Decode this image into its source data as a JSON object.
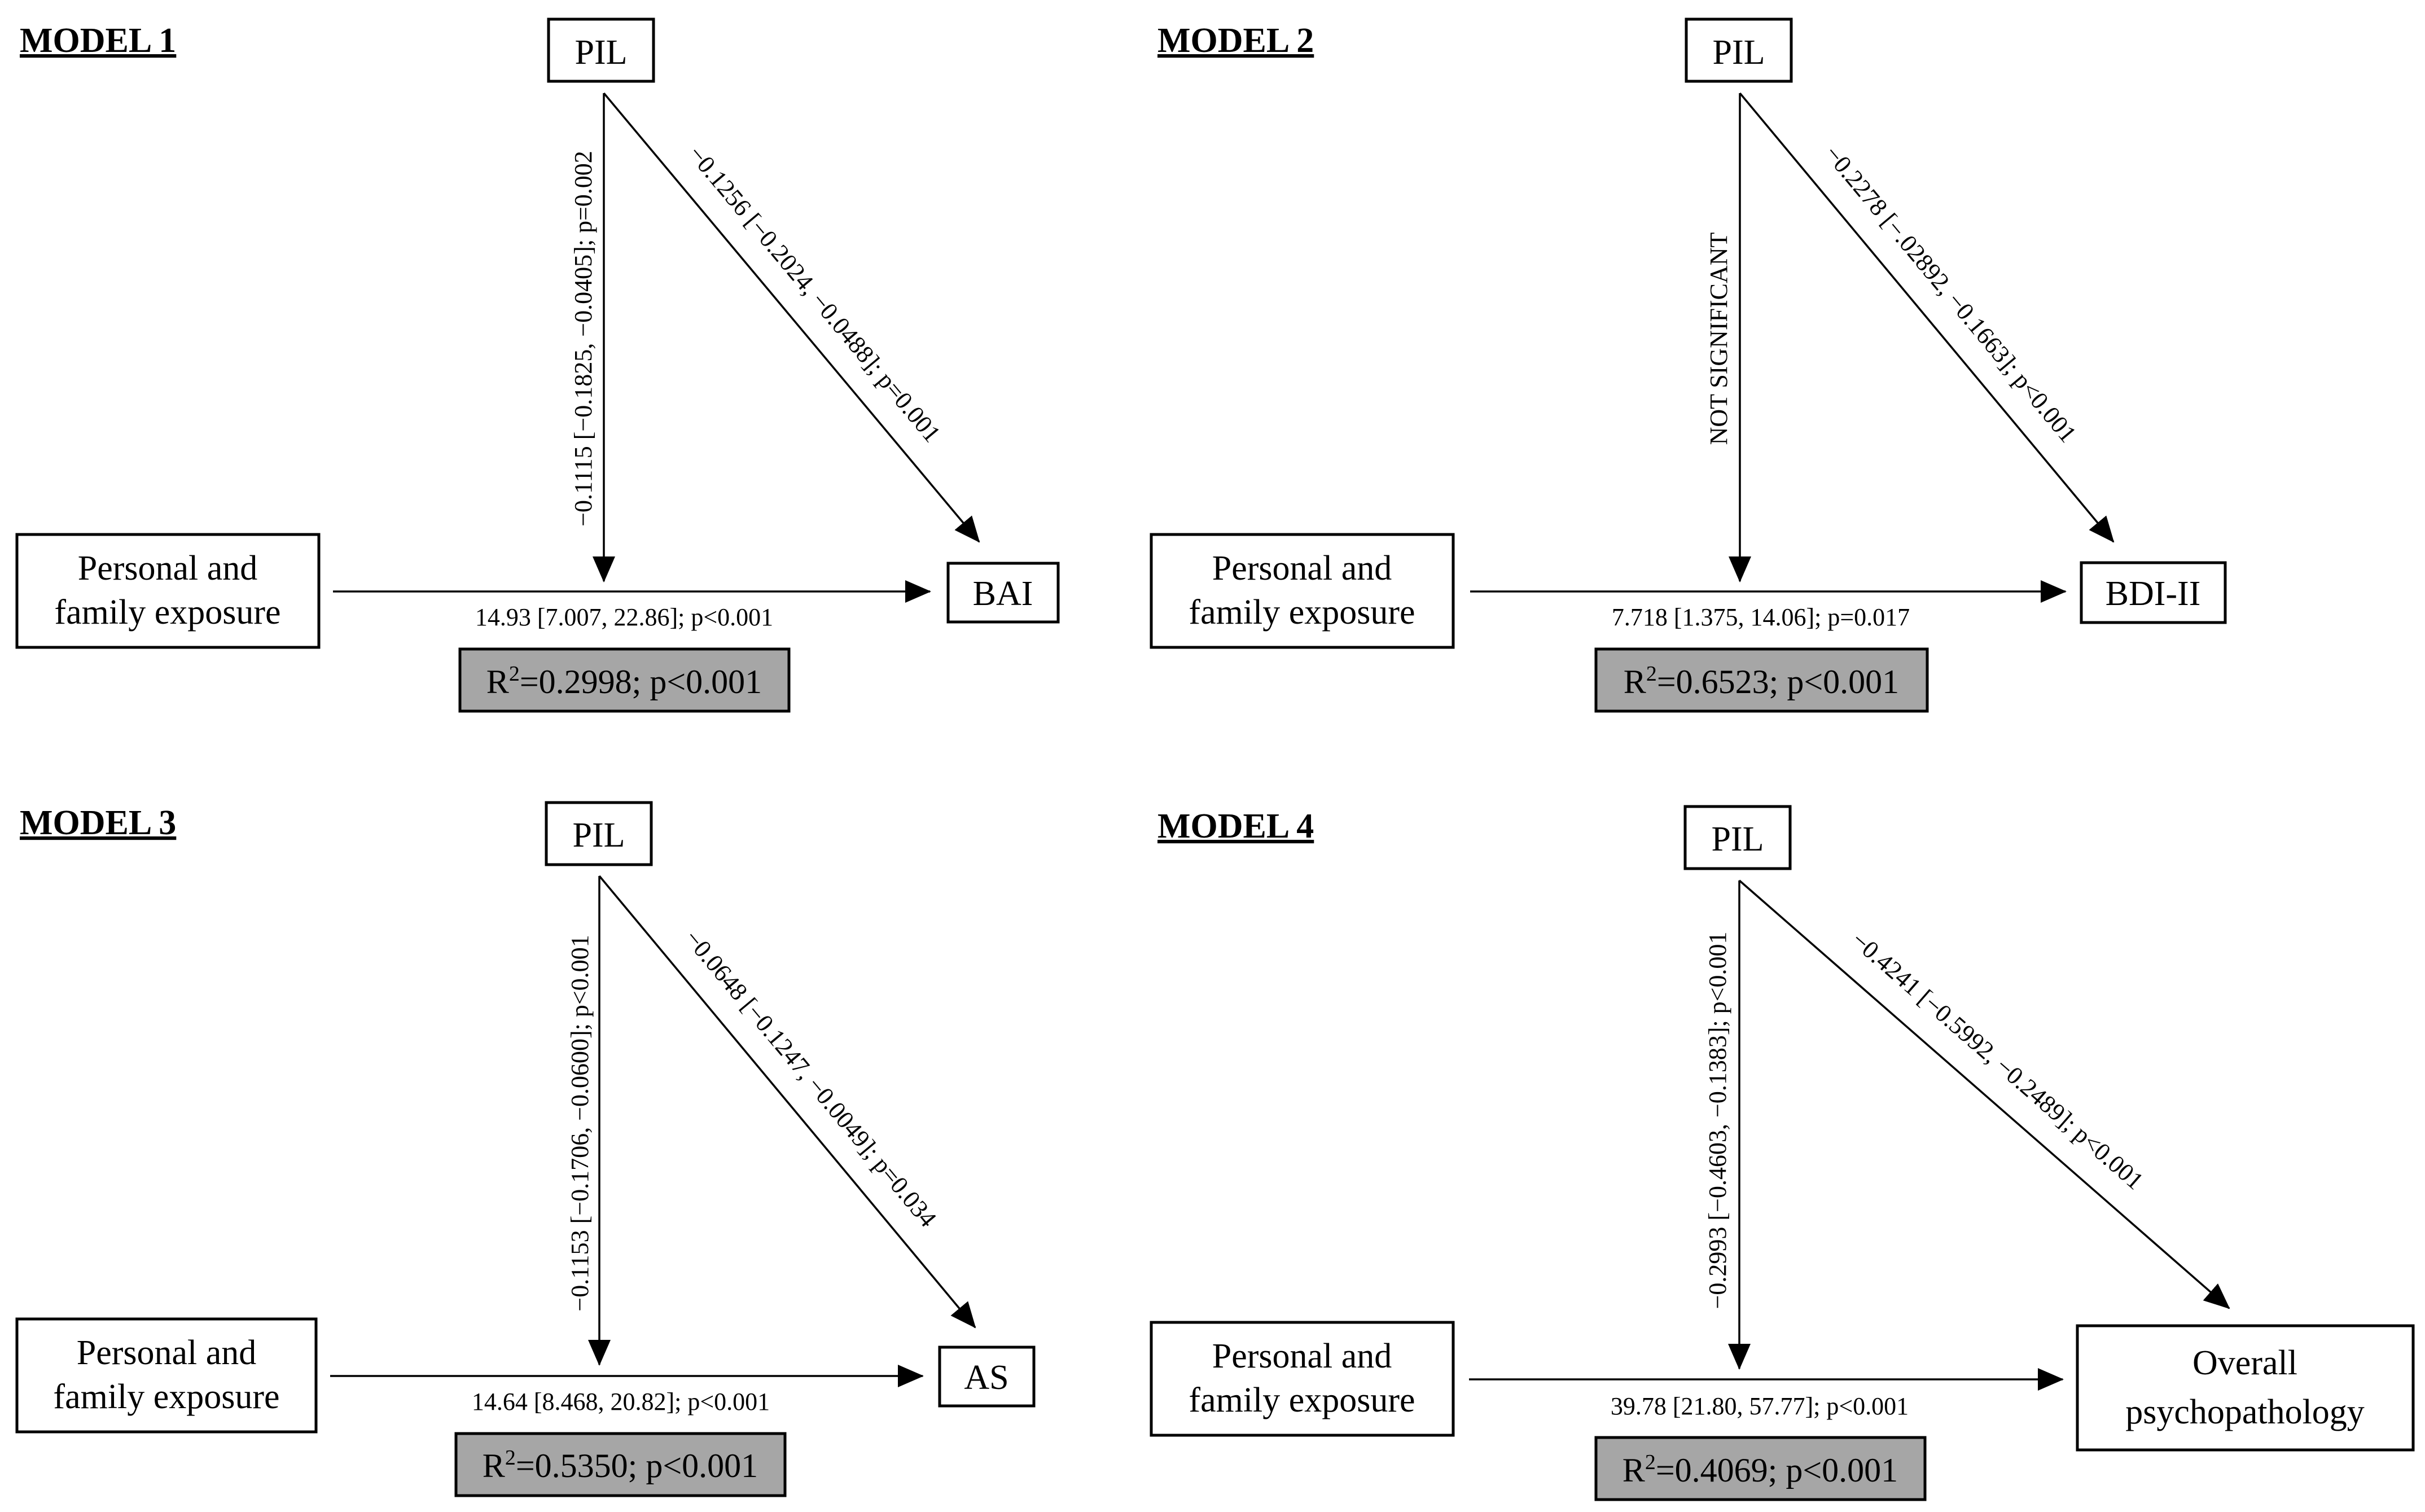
{
  "colors": {
    "r2_box_fill": "#a6a6a6",
    "line": "#000000",
    "background": "#ffffff"
  },
  "models": [
    {
      "title": "MODEL 1",
      "mediator": "PIL",
      "predictor": [
        "Personal and",
        "family exposure"
      ],
      "outcome": [
        "BAI"
      ],
      "path_a": "−0.1115 [−0.1825, −0.0405]; p=0.002",
      "path_b": "−0.1256 [−0.2024, −0.0488]; p=0.001",
      "path_c": "14.93 [7.007, 22.86]; p<0.001",
      "r2_value": "=0.2998; p<0.001"
    },
    {
      "title": "MODEL 2",
      "mediator": "PIL",
      "predictor": [
        "Personal and",
        "family exposure"
      ],
      "outcome": [
        "BDI-II"
      ],
      "path_a": "NOT SIGNIFICANT",
      "path_b": "−0.2278 [−.02892, −0.1663]; p<0.001",
      "path_c": "7.718 [1.375, 14.06]; p=0.017",
      "r2_value": "=0.6523; p<0.001"
    },
    {
      "title": "MODEL 3",
      "mediator": "PIL",
      "predictor": [
        "Personal and",
        "family exposure"
      ],
      "outcome": [
        "AS"
      ],
      "path_a": "−0.1153 [−0.1706, −0.0600]; p<0.001",
      "path_b": "−0.0648 [−0.1247, −0.0049]; p=0.034",
      "path_c": "14.64 [8.468, 20.82]; p<0.001",
      "r2_value": "=0.5350; p<0.001"
    },
    {
      "title": "MODEL 4",
      "mediator": "PIL",
      "predictor": [
        "Personal and",
        "family exposure"
      ],
      "outcome": [
        "Overall",
        "psychopathology"
      ],
      "path_a": "−0.2993 [−0.4603, −0.1383]; p<0.001",
      "path_b": "−0.4241 [−0.5992, −0.2489]; p<0.001",
      "path_c": "39.78 [21.80, 57.77]; p<0.001",
      "r2_value": "=0.4069; p<0.001"
    }
  ]
}
